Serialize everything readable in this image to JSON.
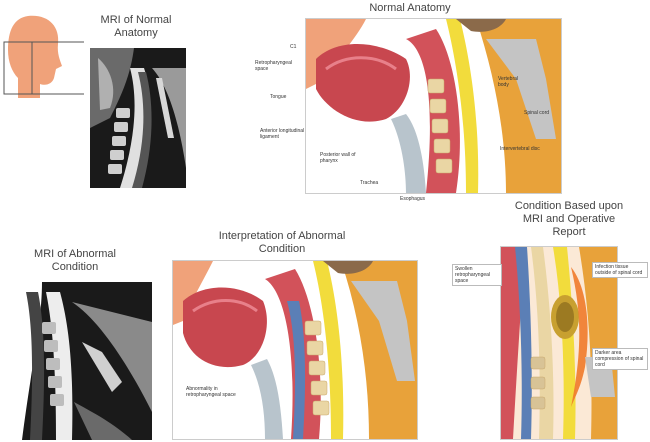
{
  "titles": {
    "mri_normal": "MRI of Normal Anatomy",
    "normal_anatomy": "Normal Anatomy",
    "mri_abnormal": "MRI of Abnormal Condition",
    "interpretation": "Interpretation of Abnormal Condition",
    "condition": "Condition Based upon MRI and Operative Report"
  },
  "normal_labels": {
    "c1": "C1",
    "retropharyngeal": "Retropharyngeal space",
    "tongue": "Tongue",
    "anterior_ligament": "Anterior longitudinal ligament",
    "posterior_wall": "Posterior wall of pharynx",
    "trachea": "Trachea",
    "esophagus": "Esophagus",
    "vertebral_body": "Vertebral body",
    "spinal_cord": "Spinal cord",
    "intervertebral_disc": "Intervertebral disc"
  },
  "interp_labels": {
    "abnormality": "Abnormality in retropharyngeal space"
  },
  "condition_labels": {
    "swollen": "Swollen retropharyngeal space",
    "infection": "Infection tissue outside of spinal cord",
    "dark_area": "Darker area compression of spinal cord"
  },
  "colors": {
    "skin": "#f0a27a",
    "muscle": "#d2525a",
    "tongue": "#c8474f",
    "spinal_cord": "#f2dc3c",
    "bone": "#ead6a4",
    "fat": "#e8a23a",
    "trachea": "#b8c4cc",
    "mri_dark": "#1c1c1c"
  }
}
